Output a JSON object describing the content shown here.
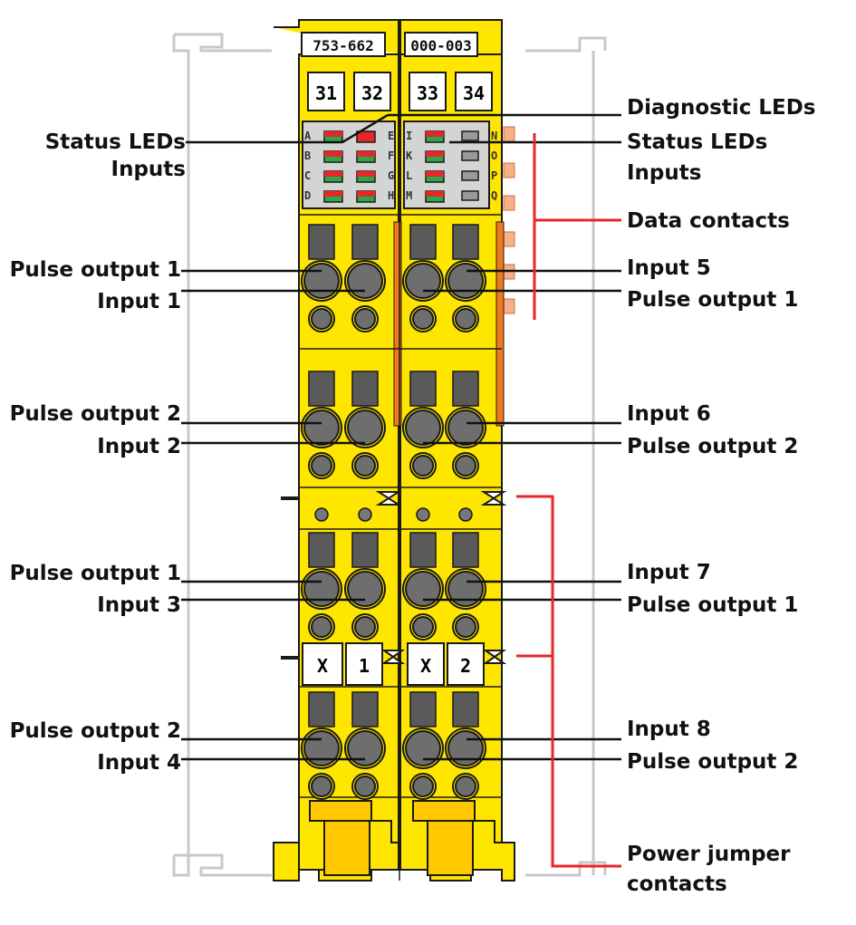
{
  "module": {
    "order_number": "753-662",
    "suffix": "000-003",
    "terminals": [
      "31",
      "32",
      "33",
      "34"
    ],
    "marker_left": [
      "X",
      "1"
    ],
    "marker_right": [
      "X",
      "2"
    ],
    "led_letters_left": [
      "A",
      "B",
      "C",
      "D"
    ],
    "led_letters_mid_left": [
      "E",
      "F",
      "G",
      "H"
    ],
    "led_letters_mid_right": [
      "I",
      "K",
      "L",
      "M"
    ],
    "led_letters_right": [
      "N",
      "O",
      "P",
      "Q"
    ]
  },
  "labels_left": {
    "status_leds": "Status LEDs",
    "inputs": "Inputs",
    "pulse_output_1a": "Pulse output 1",
    "input_1": "Input 1",
    "pulse_output_2a": "Pulse output 2",
    "input_2": "Input 2",
    "pulse_output_1b": "Pulse output 1",
    "input_3": "Input 3",
    "pulse_output_2b": "Pulse output 2",
    "input_4": "Input 4"
  },
  "labels_right": {
    "diagnostic_leds": "Diagnostic LEDs",
    "status_leds": "Status LEDs",
    "inputs": "Inputs",
    "data_contacts": "Data contacts",
    "input_5": "Input 5",
    "pulse_output_1a": "Pulse output 1",
    "input_6": "Input 6",
    "pulse_output_2a": "Pulse output 2",
    "input_7": "Input 7",
    "pulse_output_1b": "Pulse output 1",
    "input_8": "Input 8",
    "pulse_output_2b": "Pulse output 2",
    "power_jumper_1": "Power jumper",
    "power_jumper_2": "contacts"
  },
  "colors": {
    "housing": "#ffe600",
    "outline": "#1a1a1a",
    "led_red": "#e8262a",
    "led_green": "#2aa84a",
    "orange_strip": "#f07a1a",
    "leader_red": "#e8262a",
    "rail": "#c8c8c8"
  }
}
